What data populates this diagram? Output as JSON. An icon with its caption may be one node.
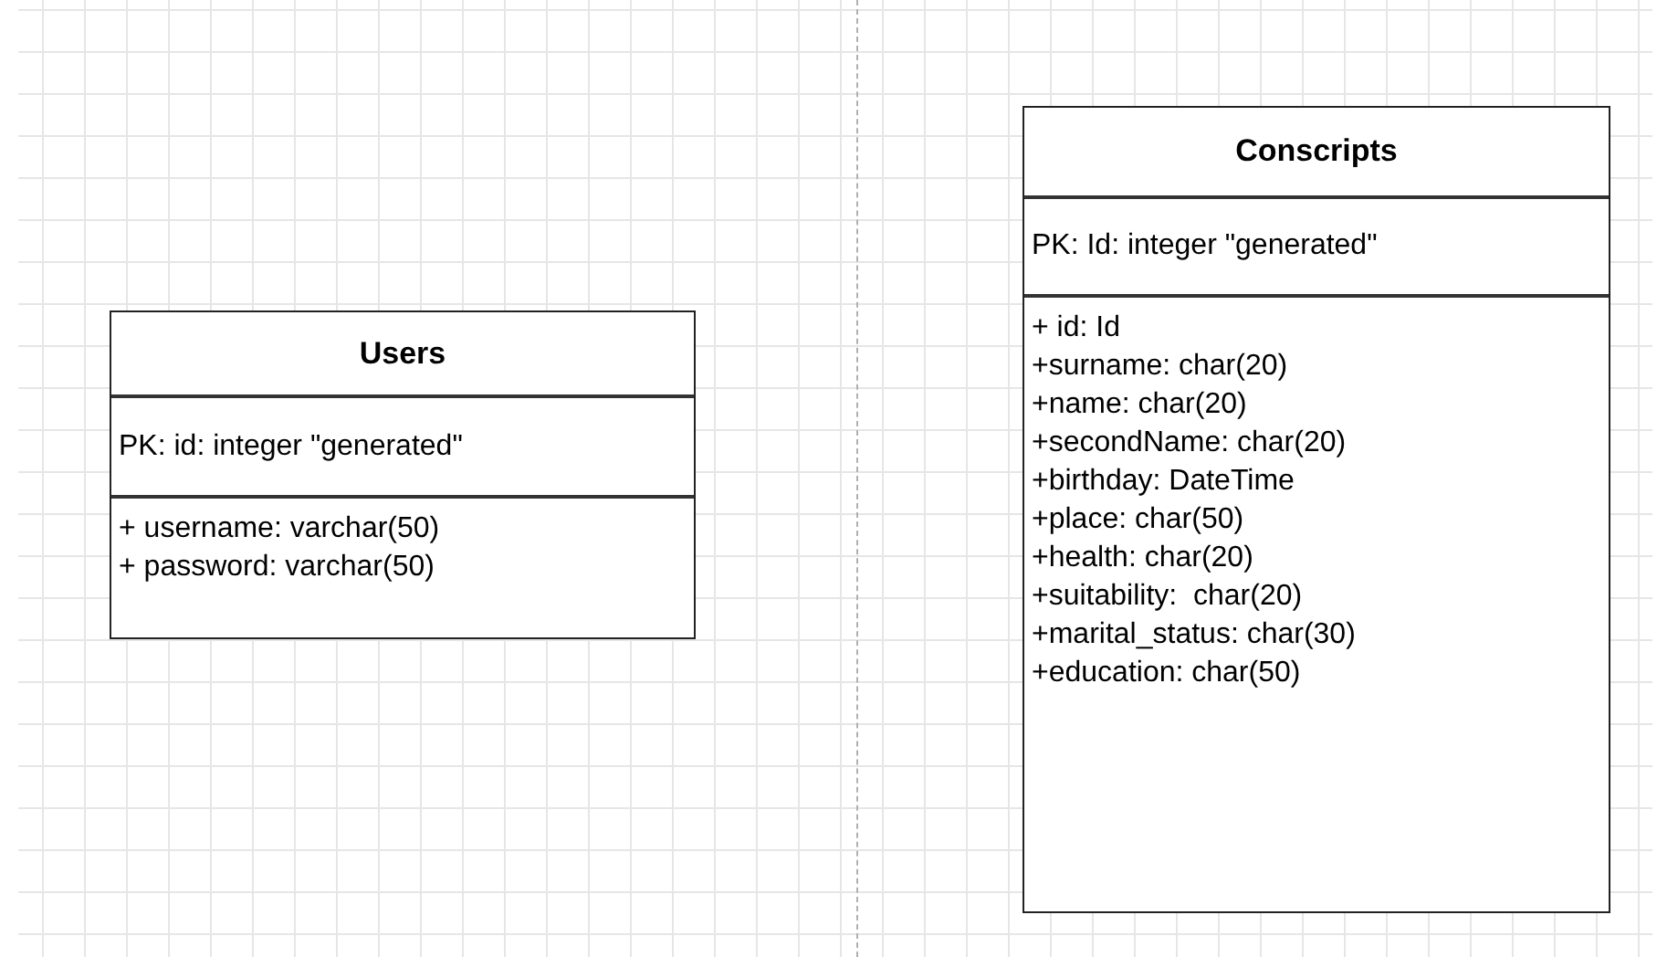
{
  "diagram": {
    "nodes": [
      {
        "text": [
          "Users",
          "PK: id: integer \"generated\"",
          "+ username: varchar(50)",
          "+ password: varchar(50)"
        ]
      },
      {
        "text": [
          "Conscripts",
          "PK: Id: integer \"generated\"",
          "+ id: Id",
          "+surname: char(20)",
          "+name: char(20)",
          "+secondName: char(20)",
          "+birthday: DateTime",
          "+place: char(50)",
          "+health: char(20)",
          "+suitability:  char(20)",
          "+marital_status: char(30)",
          "+education: char(50)"
        ]
      }
    ]
  }
}
